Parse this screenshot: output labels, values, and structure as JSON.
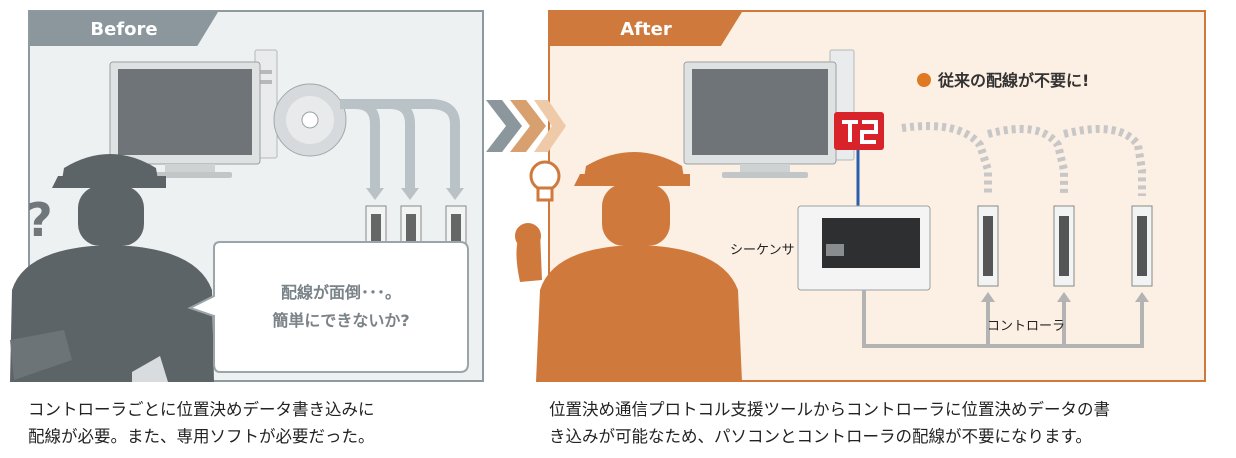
{
  "before": {
    "tab_label": "Before",
    "bubble_line1": "配線が面倒･･･。",
    "bubble_line2": "簡単にできないか?",
    "question_mark": "?",
    "caption": "コントローラごとに位置決めデータ書き込みに\n配線が必要。また、専用ソフトが必要だった。"
  },
  "after": {
    "tab_label": "After",
    "headline": "従来の配線が不要に!",
    "plc_label": "シーケンサ",
    "controller_label": "コントローラ",
    "caption": "位置決め通信プロトコル支援ツールからコントローラに位置決めデータの書\nき込みが可能なため、パソコンとコントローラの配線が不要になります。"
  },
  "colors": {
    "before_accent": "#8b979d",
    "after_accent": "#cf7a3c",
    "headline_dot": "#e07a22",
    "tool_icon": "#d9232a"
  }
}
